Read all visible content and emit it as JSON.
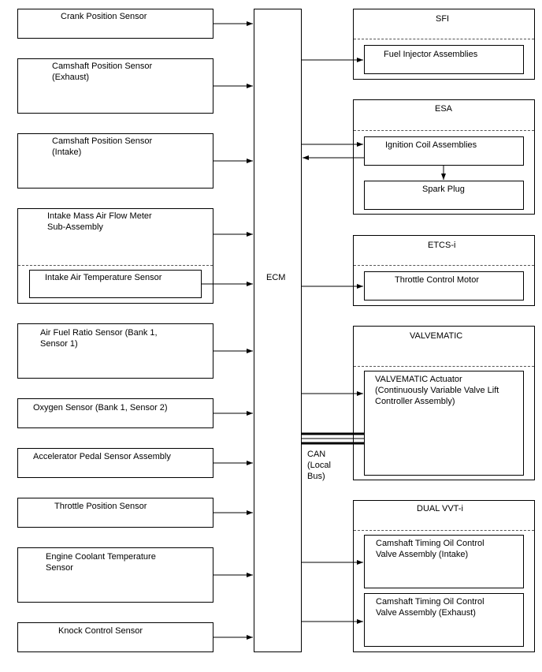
{
  "ecm": {
    "label": "ECM"
  },
  "can": {
    "label": "CAN\n(Local\nBus)"
  },
  "inputs": [
    {
      "label": "Crank Position Sensor"
    },
    {
      "label": "Camshaft Position Sensor\n(Exhaust)"
    },
    {
      "label": "Camshaft Position Sensor\n(Intake)"
    },
    {
      "label": "Intake Mass Air Flow Meter\nSub-Assembly",
      "sub": "Intake Air Temperature Sensor"
    },
    {
      "label": "Air Fuel Ratio Sensor (Bank 1,\nSensor 1)"
    },
    {
      "label": "Oxygen Sensor (Bank 1, Sensor 2)"
    },
    {
      "label": "Accelerator Pedal Sensor Assembly"
    },
    {
      "label": "Throttle Position Sensor"
    },
    {
      "label": "Engine Coolant Temperature\nSensor"
    },
    {
      "label": "Knock Control Sensor"
    }
  ],
  "systems": [
    {
      "title": "SFI",
      "items": [
        "Fuel Injector Assemblies"
      ]
    },
    {
      "title": "ESA",
      "items": [
        "Ignition Coil Assemblies",
        "Spark Plug"
      ]
    },
    {
      "title": "ETCS-i",
      "items": [
        "Throttle Control Motor"
      ]
    },
    {
      "title": "VALVEMATIC",
      "items": [
        "VALVEMATIC Actuator\n(Continuously Variable Valve Lift\nController Assembly)"
      ]
    },
    {
      "title": "DUAL VVT-i",
      "items": [
        "Camshaft Timing Oil Control\nValve Assembly (Intake)",
        "Camshaft Timing Oil Control\nValve Assembly (Exhaust)"
      ]
    }
  ]
}
